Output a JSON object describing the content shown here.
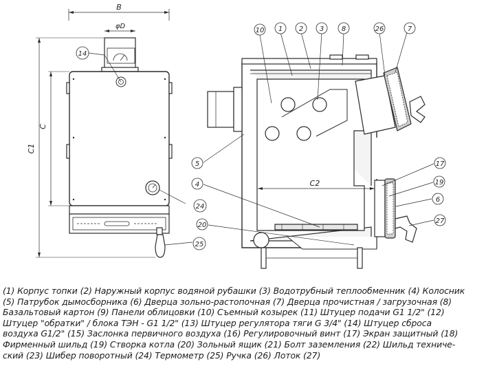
{
  "dimensions": {
    "b": "B",
    "d": "φD",
    "c": "C",
    "c1": "C1",
    "c2": "C2"
  },
  "callouts": {
    "n1": "1",
    "n2": "2",
    "n3": "3",
    "n4": "4",
    "n5": "5",
    "n6": "6",
    "n7": "7",
    "n8": "8",
    "n10": "10",
    "n14": "14",
    "n17": "17",
    "n19": "19",
    "n20": "20",
    "n24": "24",
    "n25": "25",
    "n26": "26",
    "n27": "27"
  },
  "legend": {
    "lines": [
      "(1) Корпус топки (2) Наружный корпус водяной рубашки (3) Водотрубный теплообменник (4) Колосник",
      "(5) Патрубок дымосборника (6) Дверца зольно-растопочная (7) Дверца прочистная / загрузочная (8)",
      "Базальтовый картон  (9) Панели облицовки (10) Съемный козырек (11) Штуцер подачи G1 1/2\"  (12)",
      "Штуцер \"обратки\" / блока ТЭН - G1 1/2\"  (13) Штуцер регулятора тяги G 3/4\" (14) Штуцер сброса",
      "воздуха G1/2\"  (15) Заслонка первичного воздуха (16) Регулировочный винт (17) Экран защитный (18)",
      "Фирменный шильд (19) Створка котла (20) Зольный ящик (21) Болт заземления (22) Шильд техниче-",
      "ский (23) Шибер поворотный  (24) Термометр (25) Ручка (26) Лоток (27)"
    ]
  }
}
